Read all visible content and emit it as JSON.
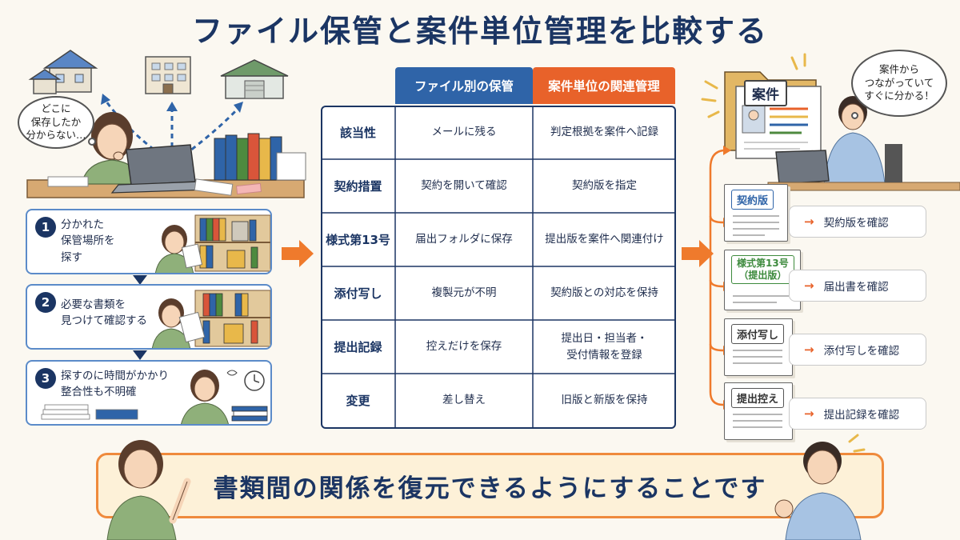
{
  "title": "ファイル保管と案件単位管理を比較する",
  "left": {
    "bubble": "どこに\n保存したか\n分からない…",
    "steps": [
      {
        "num": "1",
        "text": "分かれた\n保管場所を\n探す"
      },
      {
        "num": "2",
        "text": "必要な書類を\n見つけて確認する"
      },
      {
        "num": "3",
        "text": "探すのに時間がかかり\n整合性も不明確"
      }
    ]
  },
  "table": {
    "headers": [
      "ファイル別の保管",
      "案件単位の関連管理"
    ],
    "rows": [
      {
        "label": "該当性",
        "file": "メールに残る",
        "case": "判定根拠を案件へ記録"
      },
      {
        "label": "契約措置",
        "file": "契約を開いて確認",
        "case": "契約版を指定"
      },
      {
        "label": "様式第13号",
        "file": "届出フォルダに保存",
        "case": "提出版を案件へ関連付け"
      },
      {
        "label": "添付写し",
        "file": "複製元が不明",
        "case": "契約版との対応を保持"
      },
      {
        "label": "提出記録",
        "file": "控えだけを保存",
        "case": "提出日・担当者・\n受付情報を登録"
      },
      {
        "label": "変更",
        "file": "差し替え",
        "case": "旧版と新版を保持"
      }
    ]
  },
  "right": {
    "folder_label": "案件",
    "bubble": "案件から\nつながっていて\nすぐに分かる！",
    "docs": [
      {
        "label": "契約版",
        "confirm": "契約版を確認",
        "color": "#2f64a8"
      },
      {
        "label": "様式第13号\n（提出版）",
        "confirm": "届出書を確認",
        "color": "#3d8a3d"
      },
      {
        "label": "添付写し",
        "confirm": "添付写しを確認",
        "color": "#333333"
      },
      {
        "label": "提出控え",
        "confirm": "提出記録を確認",
        "color": "#333333"
      }
    ]
  },
  "bottom": "書類間の関係を復元できるようにすることです",
  "colors": {
    "navy": "#1b3563",
    "blue": "#2f64a8",
    "orange": "#e8622a"
  }
}
